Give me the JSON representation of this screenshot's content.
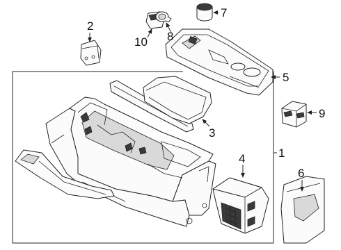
{
  "diagram": {
    "labels": {
      "p1": "1",
      "p2": "2",
      "p3": "3",
      "p4": "4",
      "p5": "5",
      "p6": "6",
      "p7": "7",
      "p8": "8",
      "p9": "9",
      "p10": "10"
    }
  }
}
